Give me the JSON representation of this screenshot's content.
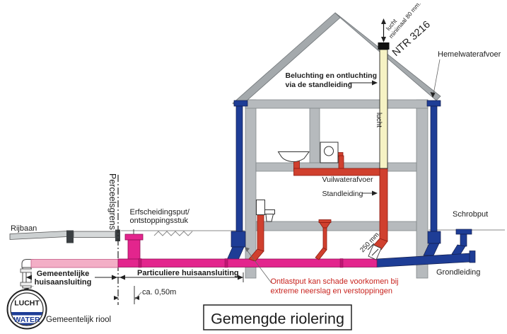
{
  "diagram_title": "Gemengde riolering",
  "colors": {
    "wall_gray": "#b6babd",
    "roof_gray": "#a4a9ac",
    "rainwater_blue": "#1e3d96",
    "wastewater_red": "#d0402e",
    "private_sewer_magenta": "#e3258d",
    "municipal_sewer_pink": "#f3aec6",
    "vent_pipe_cream": "#f6f2c4",
    "warning_text_red": "#c8231e",
    "road_dark": "#3a3f42",
    "road_light": "#ccd0d1"
  },
  "labels": {
    "rijbaan": "Rijbaan",
    "perceelsgrens": "Perceelsgrens",
    "erfscheidingsput1": "Erfscheidingsput/",
    "erfscheidingsput2": "ontstoppingsstuk",
    "gemeentelijke1": "Gemeentelijke",
    "gemeentelijke2": "huisaansluiting",
    "particuliere": "Particuliere huisaansluiting",
    "afstand": "ca. 0,50m",
    "gemeentelijk_riool": "Gemeentelijk riool",
    "lucht_circle": "LUCHT",
    "water_circle": "WATER",
    "beluchting1": "Beluchting en ontluchting",
    "beluchting2": "via de standleiding",
    "lucht_klein": "lucht",
    "minimaal": "minimaal 80 mm.",
    "ntr": "NTR 3216",
    "hemelwaterafvoer": "Hemelwaterafvoer",
    "lucht_pipe": "lucht",
    "vuilwaterafvoer": "Vuilwaterafvoer",
    "standleiding": "Standleiding",
    "mm250": "250 mm.",
    "schrobput": "Schrobput",
    "grondleiding": "Grondleiding",
    "warning1": "Ontlastput kan schade voorkomen bij",
    "warning2": "extreme neerslag en verstoppingen"
  }
}
